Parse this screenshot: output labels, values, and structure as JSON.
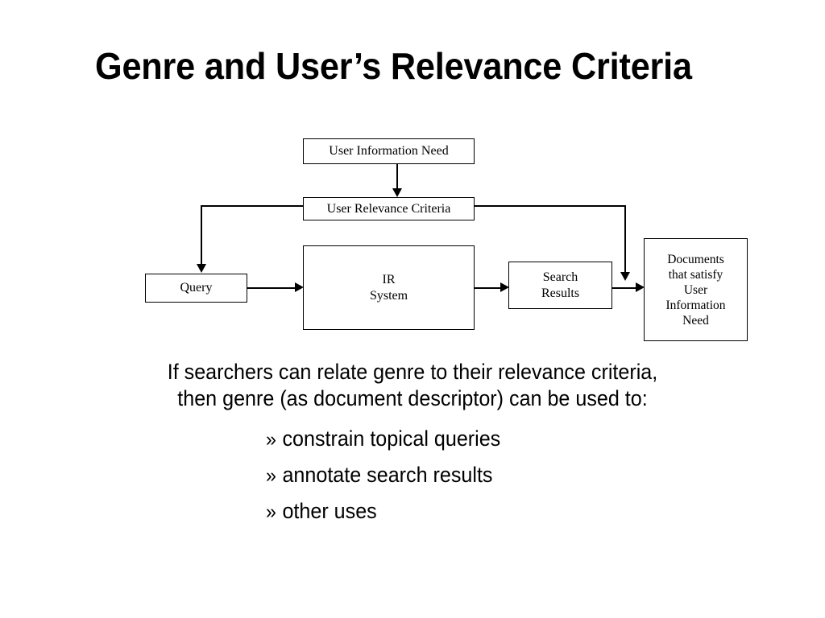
{
  "slide": {
    "title": "Genre and User’s Relevance Criteria",
    "background_color": "#ffffff",
    "text_color": "#000000"
  },
  "diagram": {
    "type": "flowchart",
    "nodes": [
      {
        "id": "user-information-need",
        "label": "User Information Need"
      },
      {
        "id": "user-relevance-criteria",
        "label": "User Relevance Criteria"
      },
      {
        "id": "query",
        "label": "Query"
      },
      {
        "id": "ir-system",
        "label": "IR\nSystem"
      },
      {
        "id": "search-results",
        "label": "Search\nResults"
      },
      {
        "id": "documents-that-satisfy",
        "label": "Documents\nthat satisfy\nUser\nInformation\nNeed"
      }
    ],
    "edges": [
      {
        "from": "user-information-need",
        "to": "user-relevance-criteria"
      },
      {
        "from": "user-relevance-criteria",
        "to": "query"
      },
      {
        "from": "query",
        "to": "ir-system"
      },
      {
        "from": "ir-system",
        "to": "search-results"
      },
      {
        "from": "search-results",
        "to": "documents-that-satisfy"
      },
      {
        "from": "user-relevance-criteria",
        "to": "documents-that-satisfy"
      }
    ]
  },
  "body": {
    "paragraph_lines": [
      "If searchers can relate genre to their relevance criteria,",
      "then genre (as document descriptor) can be used to:"
    ],
    "bullet_marker": "»",
    "bullets": [
      "constrain topical queries",
      "annotate search results",
      "other uses"
    ]
  }
}
